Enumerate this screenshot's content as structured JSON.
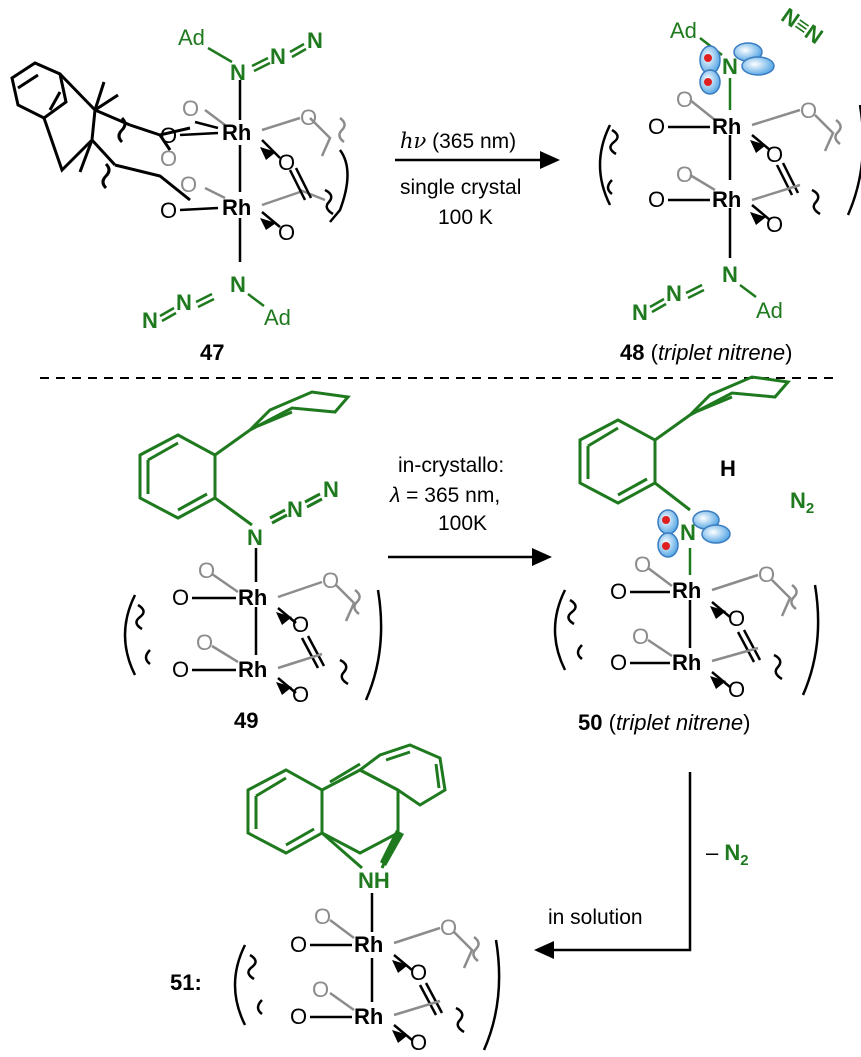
{
  "reaction1": {
    "reactant_label": "47",
    "product_label": "48",
    "product_note": "triplet nitrene",
    "condition_line1_italic": "hν",
    "condition_line1_rest": " (365 nm)",
    "condition_line2": "single crystal",
    "condition_line3": "100 K",
    "byproduct": "N≡N"
  },
  "reaction2": {
    "reactant_label": "49",
    "product_label": "50",
    "product_note": "triplet nitrene",
    "condition_line1": "in-crystallo:",
    "condition_line2_italic": "λ",
    "condition_line2_rest": " = 365 nm,",
    "condition_line3": "100K",
    "byproduct_main": "N",
    "byproduct_sub": "2"
  },
  "reaction3": {
    "product_label": "51:",
    "elimination_prefix": "– ",
    "elimination_main": "N",
    "elimination_sub": "2",
    "condition": "in solution"
  },
  "atoms": {
    "rh": "Rh",
    "o": "O",
    "n": "N",
    "ad": "Ad",
    "nh": "NH",
    "h": "H"
  },
  "colors": {
    "highlight_green": "#1f7a1f",
    "bridge_gray": "#8c8c8c",
    "orbital_blue": "#5aa9e6",
    "radical_red": "#e02020"
  }
}
